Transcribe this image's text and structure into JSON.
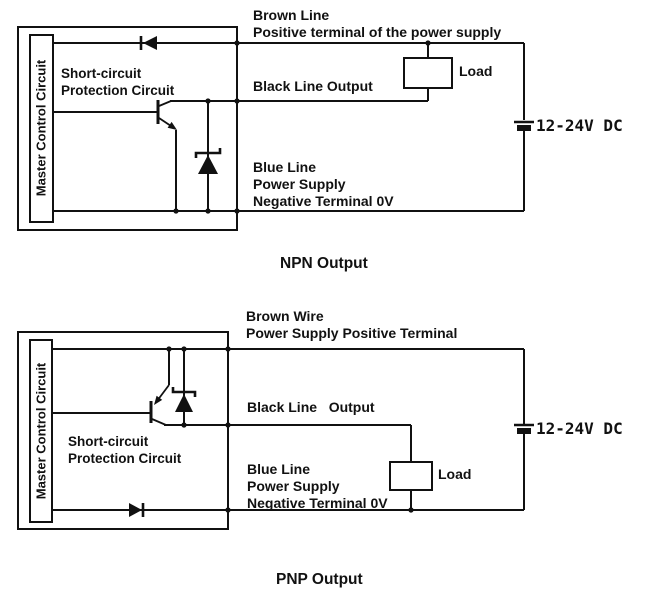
{
  "page": {
    "background_color": "#ffffff",
    "line_color": "#111111"
  },
  "npn": {
    "caption": "NPN Output",
    "master_box_label": "Master Control Circuit",
    "protection_label_1": "Short-circuit",
    "protection_label_2": "Protection Circuit",
    "brown_label_1": "Brown Line",
    "brown_label_2": "Positive terminal of the power supply",
    "black_label": "Black Line Output",
    "blue_label_1": "Blue Line",
    "blue_label_2": "Power Supply",
    "blue_label_3": "Negative Terminal 0V",
    "load_label": "Load",
    "battery_label": "12-24V DC"
  },
  "pnp": {
    "caption": "PNP Output",
    "master_box_label": "Master Control Circuit",
    "protection_label_1": "Short-circuit",
    "protection_label_2": "Protection Circuit",
    "brown_label_1": "Brown Wire",
    "brown_label_2": "Power Supply Positive Terminal",
    "black_label": "Black Line   Output",
    "blue_label_1": "Blue Line",
    "blue_label_2": "Power Supply",
    "blue_label_3": "Negative Terminal 0V",
    "load_label": "Load",
    "battery_label": "12-24V DC"
  }
}
